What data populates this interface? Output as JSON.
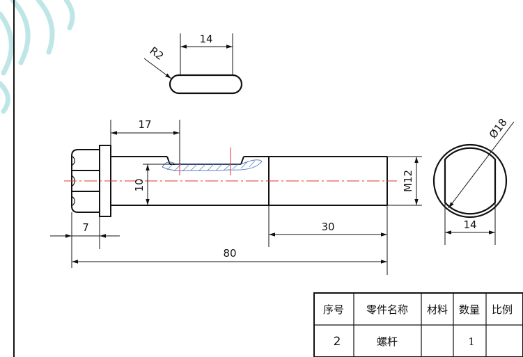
{
  "drawing": {
    "slot_view": {
      "width_dim": "14",
      "radius_dim": "R2"
    },
    "bolt_view": {
      "slot_offset_dim": "17",
      "slot_depth_dim": "10",
      "thread_dim": "M12",
      "head_dim": "7",
      "thread_length_dim": "30",
      "total_length_dim": "80"
    },
    "end_view": {
      "diameter_dim": "Ø18",
      "flat_dim": "14"
    }
  },
  "title_block": {
    "headers": [
      "序号",
      "零件名称",
      "材料",
      "数量",
      "比例"
    ],
    "row": [
      "2",
      "螺杆",
      "",
      "1",
      ""
    ]
  },
  "colors": {
    "ink": "#111111",
    "center_line": "#e03030",
    "hatch": "#5a7fc0",
    "watermark": "#bfe6e6"
  }
}
